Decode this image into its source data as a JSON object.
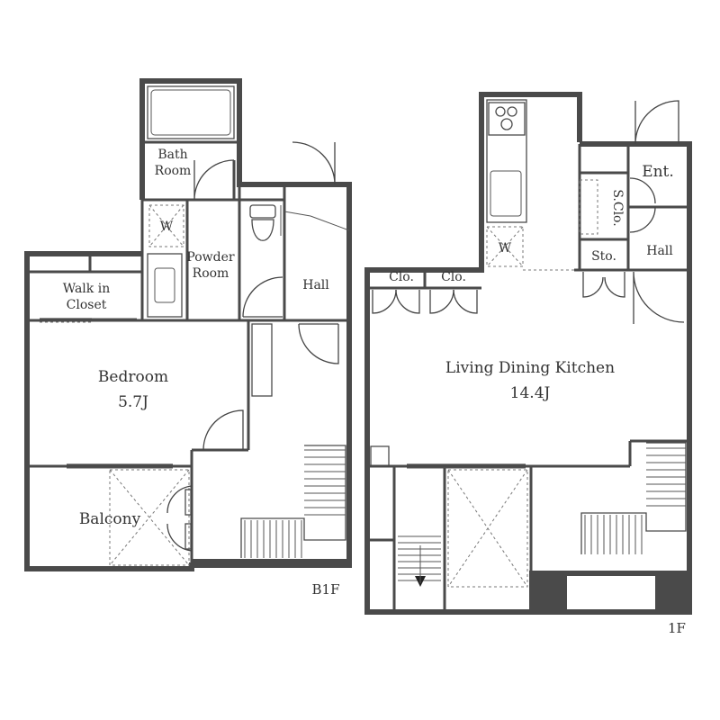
{
  "floors": {
    "b1f": "B1F",
    "f1": "1F"
  },
  "rooms": {
    "bath_line1": "Bath",
    "bath_line2": "Room",
    "powder_line1": "Powder",
    "powder_line2": "Room",
    "walkin_line1": "Walk in",
    "walkin_line2": "Closet",
    "hall_b1": "Hall",
    "bedroom_name": "Bedroom",
    "bedroom_size": "5.7J",
    "balcony": "Balcony",
    "clo_1": "Clo.",
    "clo_2": "Clo.",
    "ldk_name": "Living Dining Kitchen",
    "ldk_size": "14.4J",
    "sclo": "S.Clo.",
    "ent": "Ent.",
    "hall_1f": "Hall",
    "sto": "Sto.",
    "w_b1": "W",
    "w_1f": "W"
  }
}
